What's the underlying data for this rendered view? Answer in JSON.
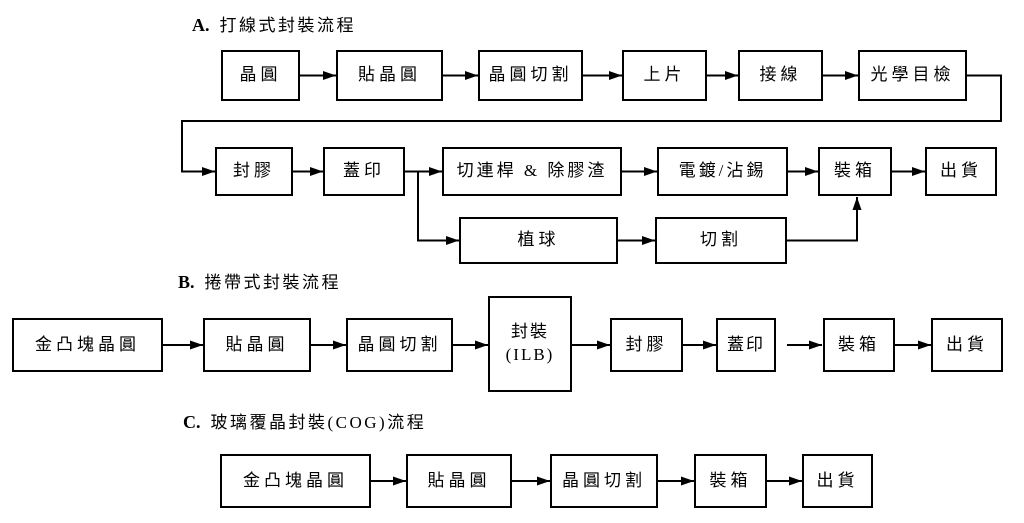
{
  "canvas": {
    "background": "#ffffff",
    "line_color": "#000000"
  },
  "sections": {
    "a": {
      "label": "A.",
      "title": "打線式封裝流程",
      "row1": [
        "晶圓",
        "貼晶圓",
        "晶圓切割",
        "上片",
        "接線",
        "光學目檢"
      ],
      "row2": [
        "封膠",
        "蓋印",
        "切連桿 & 除膠渣",
        "電鍍/沾錫",
        "裝箱",
        "出貨"
      ],
      "branch": [
        "植球",
        "切割"
      ]
    },
    "b": {
      "label": "B.",
      "title": "捲帶式封裝流程",
      "row": [
        "金凸塊晶圓",
        "貼晶圓",
        "晶圓切割",
        [
          "封裝",
          "(ILB)"
        ],
        "封膠",
        "蓋印",
        "裝箱",
        "出貨"
      ]
    },
    "c": {
      "label": "C.",
      "title": "玻璃覆晶封裝(COG)流程",
      "row": [
        "金凸塊晶圓",
        "貼晶圓",
        "晶圓切割",
        "裝箱",
        "出貨"
      ]
    }
  }
}
